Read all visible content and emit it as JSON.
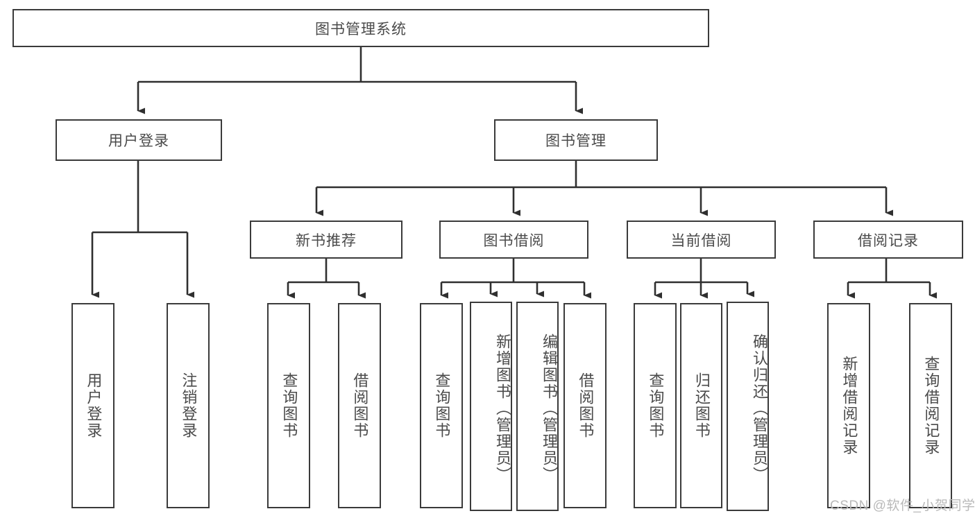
{
  "diagram": {
    "type": "tree-hierarchy-chart",
    "title": "图书管理系统",
    "root": {
      "id": "root",
      "label": "图书管理系统"
    },
    "level2": [
      {
        "id": "user-login",
        "label": "用户登录"
      },
      {
        "id": "book-management",
        "label": "图书管理"
      }
    ],
    "level3": [
      {
        "id": "new-book-recommend",
        "label": "新书推荐"
      },
      {
        "id": "book-borrow",
        "label": "图书借阅"
      },
      {
        "id": "current-borrow",
        "label": "当前借阅"
      },
      {
        "id": "borrow-record",
        "label": "借阅记录"
      }
    ],
    "leaves": {
      "user_login": [
        {
          "id": "leaf-user-login",
          "label": "用户登录"
        },
        {
          "id": "leaf-logout-login",
          "label": "注销登录"
        }
      ],
      "new_book_recommend": [
        {
          "id": "leaf-query-book-1",
          "label": "查询图书"
        },
        {
          "id": "leaf-borrow-book-1",
          "label": "借阅图书"
        }
      ],
      "book_borrow": [
        {
          "id": "leaf-query-book-2",
          "label": "查询图书"
        },
        {
          "id": "leaf-add-book-admin",
          "label": "新增图书（管理员）"
        },
        {
          "id": "leaf-edit-book-admin",
          "label": "编辑图书（管理员）"
        },
        {
          "id": "leaf-borrow-book-2",
          "label": "借阅图书"
        }
      ],
      "current_borrow": [
        {
          "id": "leaf-query-book-3",
          "label": "查询图书"
        },
        {
          "id": "leaf-return-book",
          "label": "归还图书"
        },
        {
          "id": "leaf-confirm-return-admin",
          "label": "确认归还（管理员）"
        }
      ],
      "borrow_record": [
        {
          "id": "leaf-add-borrow-record",
          "label": "新增借阅记录"
        },
        {
          "id": "leaf-query-borrow-record",
          "label": "查询借阅记录"
        }
      ]
    },
    "colors": {
      "box_border": "#3a3a3a",
      "box_fill": "#ffffff",
      "text": "#4a4a4a",
      "connector": "#2f2f2f",
      "background": "#ffffff",
      "watermark": "#b9b9b9"
    }
  },
  "watermark": {
    "text": "CSDN @软件_小贺同学"
  }
}
